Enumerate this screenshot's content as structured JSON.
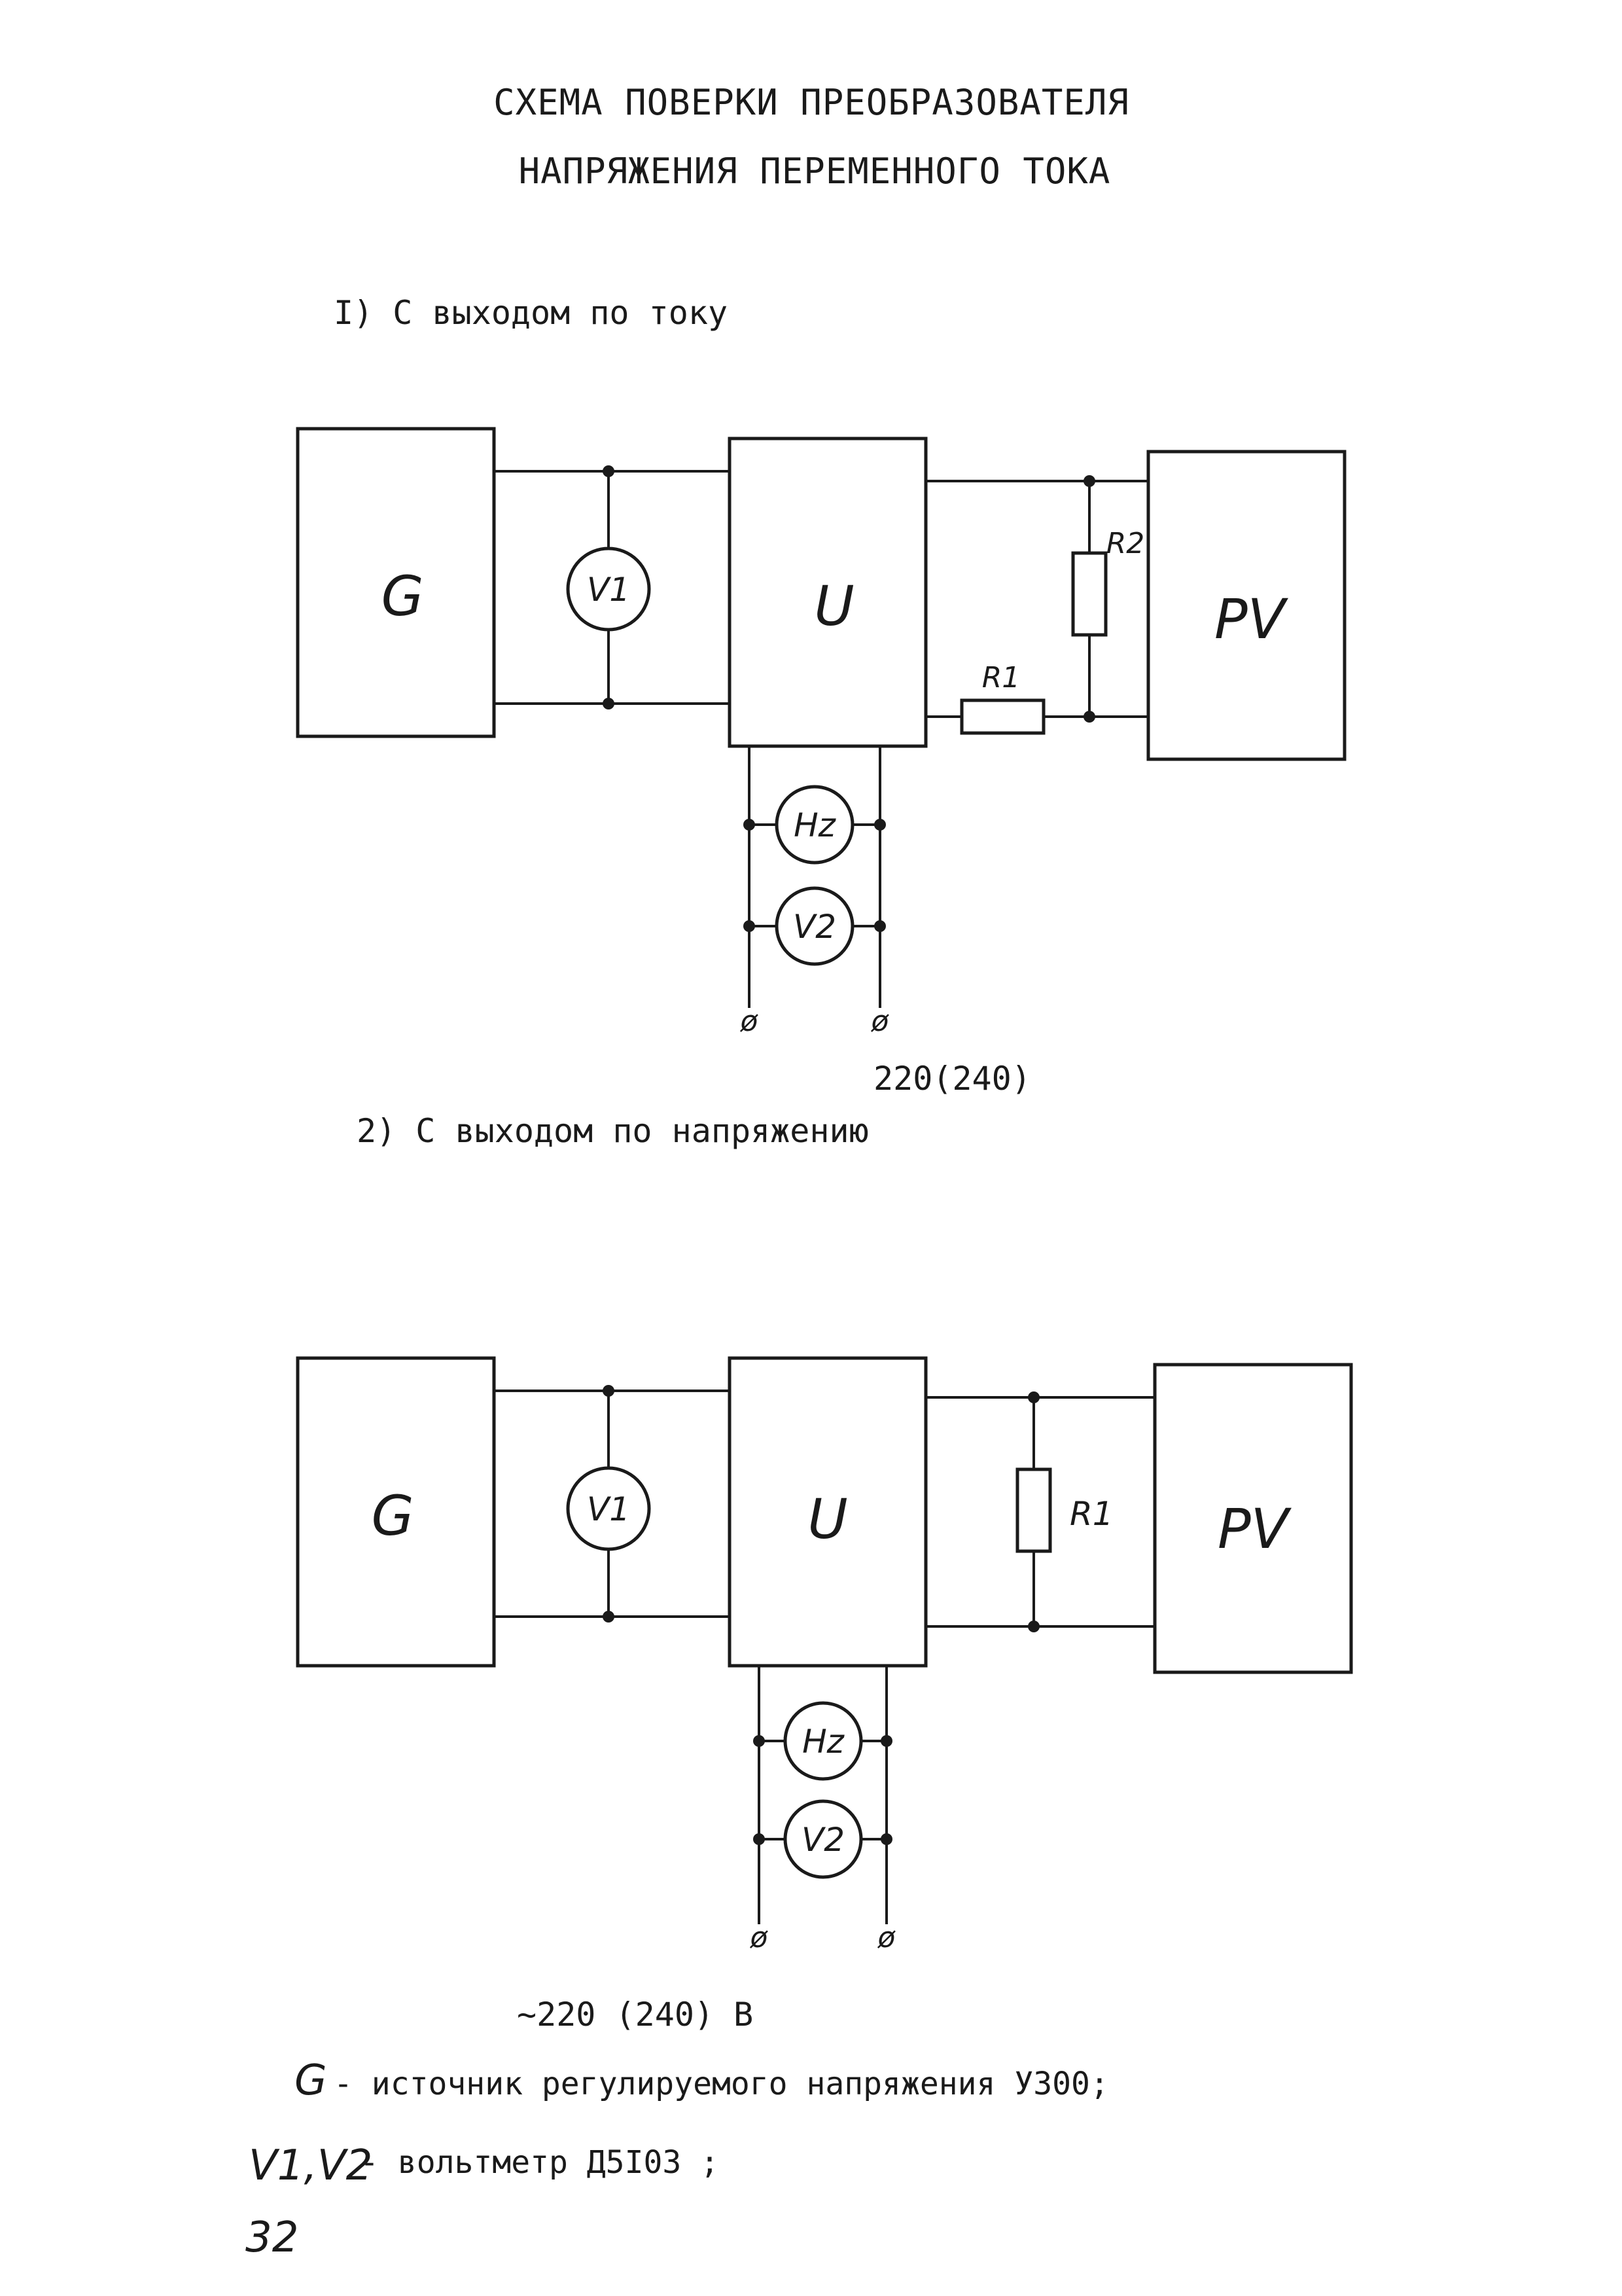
{
  "title": {
    "line1": "СХЕМА ПОВЕРКИ ПРЕОБРАЗОВАТЕЛЯ",
    "line2": "НАПРЯЖЕНИЯ ПЕРЕМЕННОГО ТОКА"
  },
  "scheme1": {
    "heading": "I) С выходом по току",
    "block_g": "G",
    "block_u": "U",
    "block_pv": "PV",
    "meter_v1": "V1",
    "meter_hz": "Hz",
    "meter_v2": "V2",
    "resistor_r1": "R1",
    "resistor_r2": "R2",
    "terminal_symbol": "ø",
    "supply_label": "220(240)"
  },
  "scheme2": {
    "heading": "2) С выходом по напряжению",
    "block_g": "G",
    "block_u": "U",
    "block_pv": "PV",
    "meter_v1": "V1",
    "meter_hz": "Hz",
    "meter_v2": "V2",
    "resistor_r1": "R1",
    "terminal_symbol": "ø",
    "supply_label": "~220 (240) В"
  },
  "legend": [
    {
      "symbol": "G",
      "text": " - источник регулируемого напряжения  У300;"
    },
    {
      "symbol": "V1,V2",
      "text": "- вольтметр Д5I03 ;"
    }
  ],
  "page_number": "32"
}
